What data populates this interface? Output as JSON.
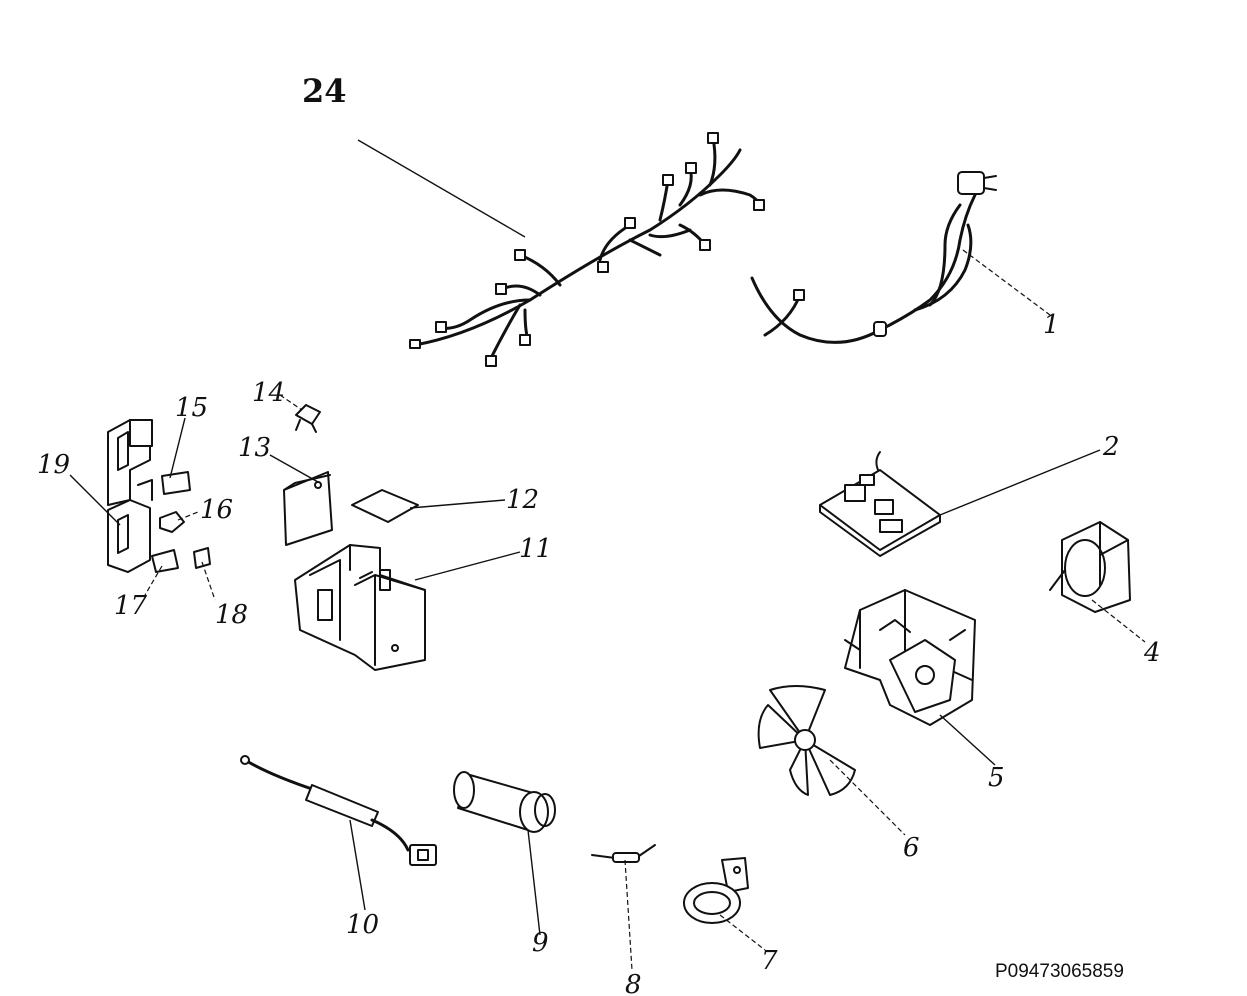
{
  "diagram": {
    "document_code": "P09473065859",
    "labels": {
      "p1": "1",
      "p2": "2",
      "p4": "4",
      "p5": "5",
      "p6": "6",
      "p7": "7",
      "p8": "8",
      "p9": "9",
      "p10": "10",
      "p11": "11",
      "p12": "12",
      "p13": "13",
      "p14": "14",
      "p15": "15",
      "p16": "16",
      "p17": "17",
      "p18": "18",
      "p19": "19",
      "p24": "24"
    }
  }
}
